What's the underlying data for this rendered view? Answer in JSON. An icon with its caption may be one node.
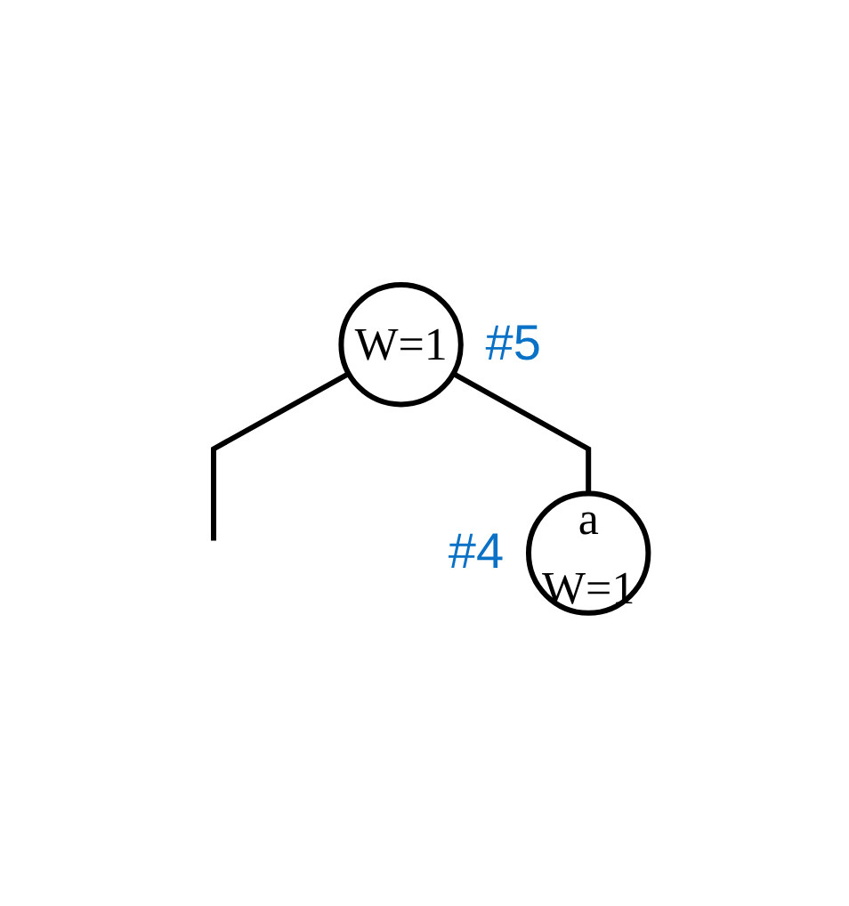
{
  "diagram": {
    "nodes": [
      {
        "text": [
          "W=1"
        ],
        "beside": [
          "#5"
        ]
      },
      {
        "text": [
          "a",
          "W=1"
        ],
        "beside": [
          "#4"
        ]
      }
    ],
    "edges": [
      {
        "from": 0,
        "to": null,
        "arrow": "none"
      },
      {
        "from": 0,
        "to": 1,
        "arrow": "none"
      }
    ]
  }
}
